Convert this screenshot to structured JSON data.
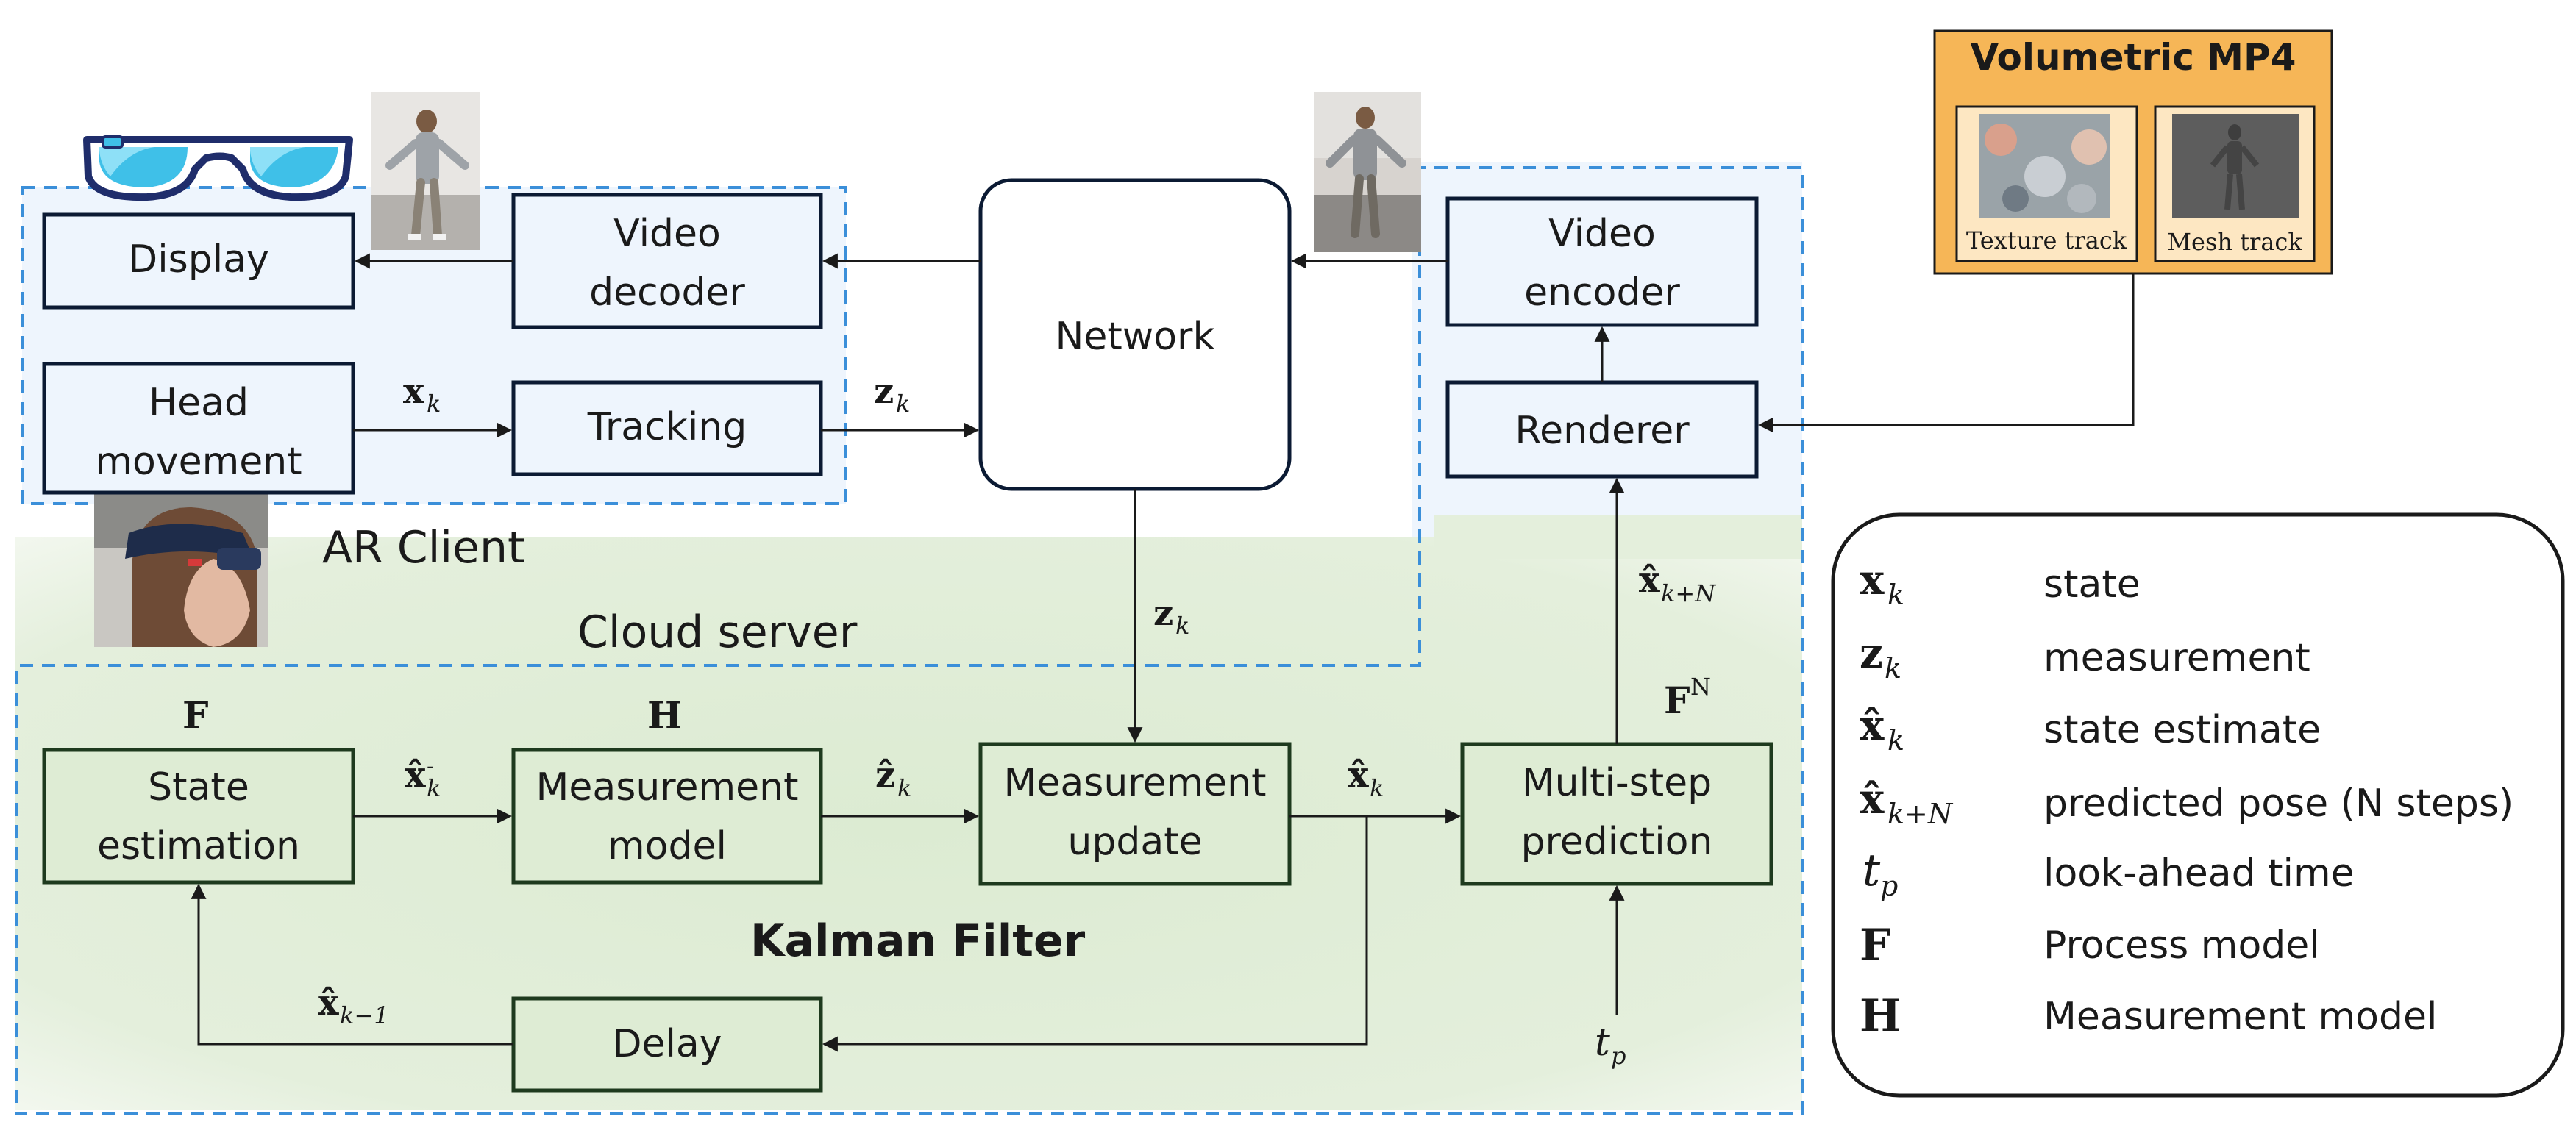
{
  "blocks": {
    "display": "Display",
    "video_decoder_1": "Video",
    "video_decoder_2": "decoder",
    "head_movement_1": "Head",
    "head_movement_2": "movement",
    "tracking": "Tracking",
    "network": "Network",
    "video_encoder_1": "Video",
    "video_encoder_2": "encoder",
    "renderer": "Renderer",
    "state_estimation_1": "State",
    "state_estimation_2": "estimation",
    "measurement_model_1": "Measurement",
    "measurement_model_2": "model",
    "measurement_update_1": "Measurement",
    "measurement_update_2": "update",
    "multistep_1": "Multi-step",
    "multistep_2": "prediction",
    "delay": "Delay"
  },
  "groups": {
    "ar_client": "AR Client",
    "cloud_server": "Cloud server",
    "kalman_filter": "Kalman Filter",
    "volumetric": "Volumetric MP4",
    "texture_track": "Texture track",
    "mesh_track": "Mesh track"
  },
  "symbols": {
    "xk": "x",
    "xk_sub": "k",
    "zk": "z",
    "zk_sub": "k",
    "zk_net": "z",
    "zk_net_sub": "k",
    "F": "F",
    "H": "H",
    "FN": "F",
    "FN_sup": "N",
    "xk_minus": "x̂",
    "xk_minus_sub": "k",
    "xk_minus_sup": "-",
    "zk_hat": "ẑ",
    "zk_hat_sub": "k",
    "xk_hat": "x̂",
    "xk_hat_sub": "k",
    "xk1_hat": "x̂",
    "xk1_hat_sub": "k−1",
    "xkN_hat": "x̂",
    "xkN_hat_sub": "k+N",
    "tp": "t",
    "tp_sub": "p"
  },
  "legend": {
    "items": [
      {
        "sym": "x",
        "sub": "k",
        "text": "state"
      },
      {
        "sym": "z",
        "sub": "k",
        "text": "measurement"
      },
      {
        "sym": "x̂",
        "sub": "k",
        "text": "state estimate"
      },
      {
        "sym": "x̂",
        "sub": "k+N",
        "text": "predicted pose (N steps)"
      },
      {
        "sym": "t",
        "sub": "p",
        "text": "look-ahead time"
      },
      {
        "sym": "F",
        "sub": "",
        "text": "Process model"
      },
      {
        "sym": "H",
        "sub": "",
        "text": "Measurement model"
      }
    ]
  },
  "colors": {
    "kalman_bg": "#e3eedb",
    "client_bg": "#eef5fd",
    "block_border": "#0b1a33",
    "kalman_block_fill": "#deecd4",
    "kalman_block_border": "#1e3a1e",
    "dashed_blue": "#3b8fd9",
    "volumetric_bg": "#f6b657",
    "volumetric_inner": "#fde7c2"
  }
}
